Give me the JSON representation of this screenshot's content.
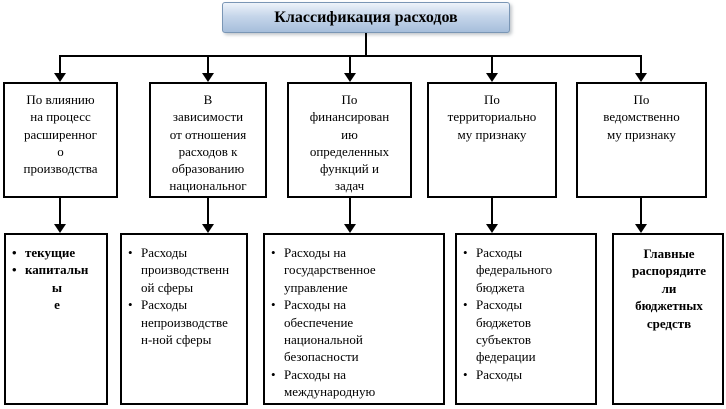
{
  "title": {
    "label": "Классификация расходов"
  },
  "glyphs": {
    "bullet": "•"
  },
  "colors": {
    "header_gradient_top": "#eef3fa",
    "header_gradient_bottom": "#a6bedb",
    "header_border": "#7a96b5",
    "box_border": "#000000",
    "connector": "#000000",
    "background": "#ffffff"
  },
  "columns": [
    {
      "header": "По влиянию\nна процесс\nрасширенног\nо\nпроизводства",
      "items": [
        "текущие",
        "капитальн"
      ],
      "continuation": [
        "ы",
        "е"
      ]
    },
    {
      "header": "В\nзависимости\nот отношения\nрасходов к\nобразованию\nнациональног",
      "items": [
        "Расходы\nпроизводственн\nой сферы",
        "Расходы\nнепроизводстве\nн-ной сферы"
      ]
    },
    {
      "header": "По\nфинансирован\nию\nопределенных\nфункций и\nзадач",
      "items": [
        "Расходы на\nгосударственное\nуправление",
        "Расходы на\nобеспечение\nнациональной\nбезопасности",
        "Расходы на\nмеждународную"
      ]
    },
    {
      "header": "По\nтерриториально\nму признаку",
      "items": [
        "Расходы\nфедерального\nбюджета",
        "Расходы\nбюджетов\nсубъектов\nфедерации",
        "Расходы"
      ]
    },
    {
      "header": "По\nведомственно\nму признаку",
      "plain_text": "Главные\nраспорядите\nли\nбюджетных\nсредств"
    }
  ]
}
